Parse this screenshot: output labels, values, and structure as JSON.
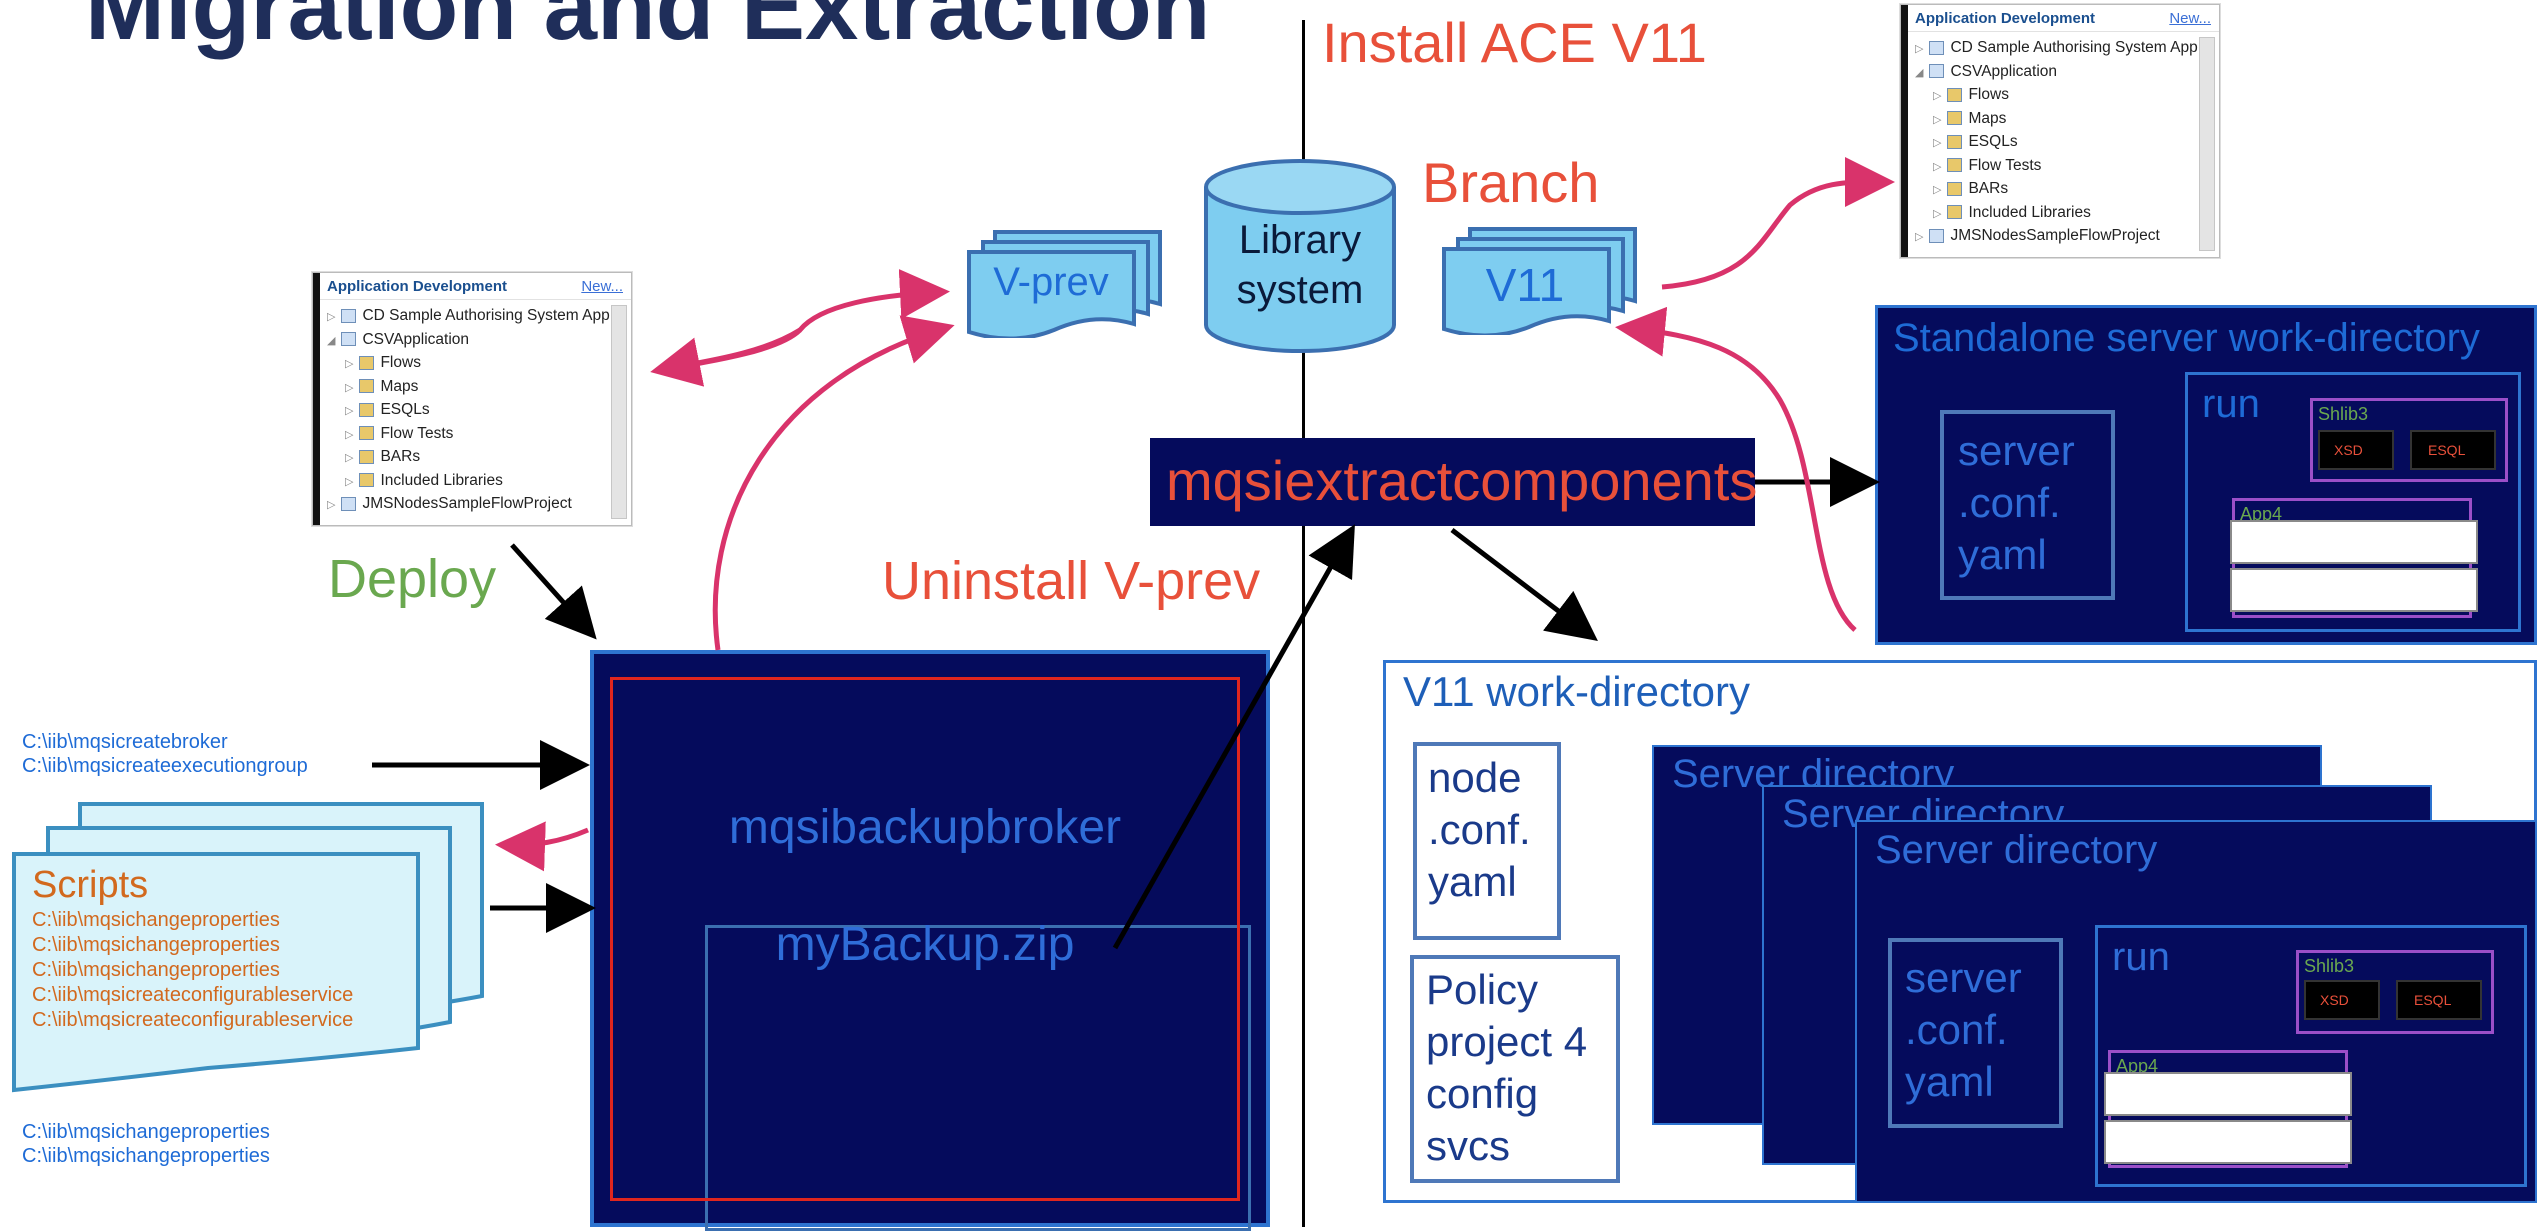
{
  "title": "Migration and Extraction",
  "labels": {
    "install": "Install ACE V11",
    "branch": "Branch",
    "deploy": "Deploy",
    "uninstall": "Uninstall V-prev",
    "library": "Library system",
    "vprev": "V-prev",
    "v11": "V11",
    "extract": "mqsiextractcomponents",
    "backup": "mqsibackupbroker",
    "backup_file": "myBackup.zip",
    "scripts_title": "Scripts",
    "standalone": "Standalone server work-directory",
    "run": "run",
    "shlib": "Shlib3",
    "xsd": "XSD",
    "esql_icon": "ESQL",
    "app": "App4",
    "server_conf": "server .conf. yaml",
    "node_conf": "node .conf. yaml",
    "policy": "Policy project 4 config svcs",
    "v11_workdir": "V11 work-directory",
    "server_directory": "Server directory"
  },
  "top_commands": [
    "C:\\iib\\mqsicreatebroker",
    "C:\\iib\\mqsicreateexecutiongroup"
  ],
  "script_lines": [
    "C:\\iib\\mqsichangeproperties",
    "C:\\iib\\mqsichangeproperties",
    "C:\\iib\\mqsichangeproperties",
    "C:\\iib\\mqsicreateconfigurableservice",
    "C:\\iib\\mqsicreateconfigurableservice"
  ],
  "bottom_commands": [
    "C:\\iib\\mqsichangeproperties",
    "C:\\iib\\mqsichangeproperties"
  ],
  "app_panel": {
    "header": "Application Development",
    "new_link": "New...",
    "items": [
      {
        "label": "CD Sample Authorising System App",
        "expander": "▷",
        "indent": 0
      },
      {
        "label": "CSVApplication",
        "expander": "◢",
        "indent": 0
      },
      {
        "label": "Flows",
        "expander": "▷",
        "indent": 1
      },
      {
        "label": "Maps",
        "expander": "▷",
        "indent": 1
      },
      {
        "label": "ESQLs",
        "expander": "▷",
        "indent": 1
      },
      {
        "label": "Flow Tests",
        "expander": "▷",
        "indent": 1
      },
      {
        "label": "BARs",
        "expander": "▷",
        "indent": 1
      },
      {
        "label": "Included Libraries",
        "expander": "▷",
        "indent": 1
      },
      {
        "label": "JMSNodesSampleFlowProject",
        "expander": "▷",
        "indent": 0
      }
    ]
  },
  "colors": {
    "title": "#1f2e5a",
    "red_label": "#e8503a",
    "green_label": "#6aa84f",
    "dark_navy": "#050b5c",
    "outline_blue": "#2e74d0",
    "arrow_pink": "#d9336b",
    "script_fill": "#d9f3fa",
    "script_text": "#d2691e",
    "light_blue_fill": "#7ecdf0"
  }
}
